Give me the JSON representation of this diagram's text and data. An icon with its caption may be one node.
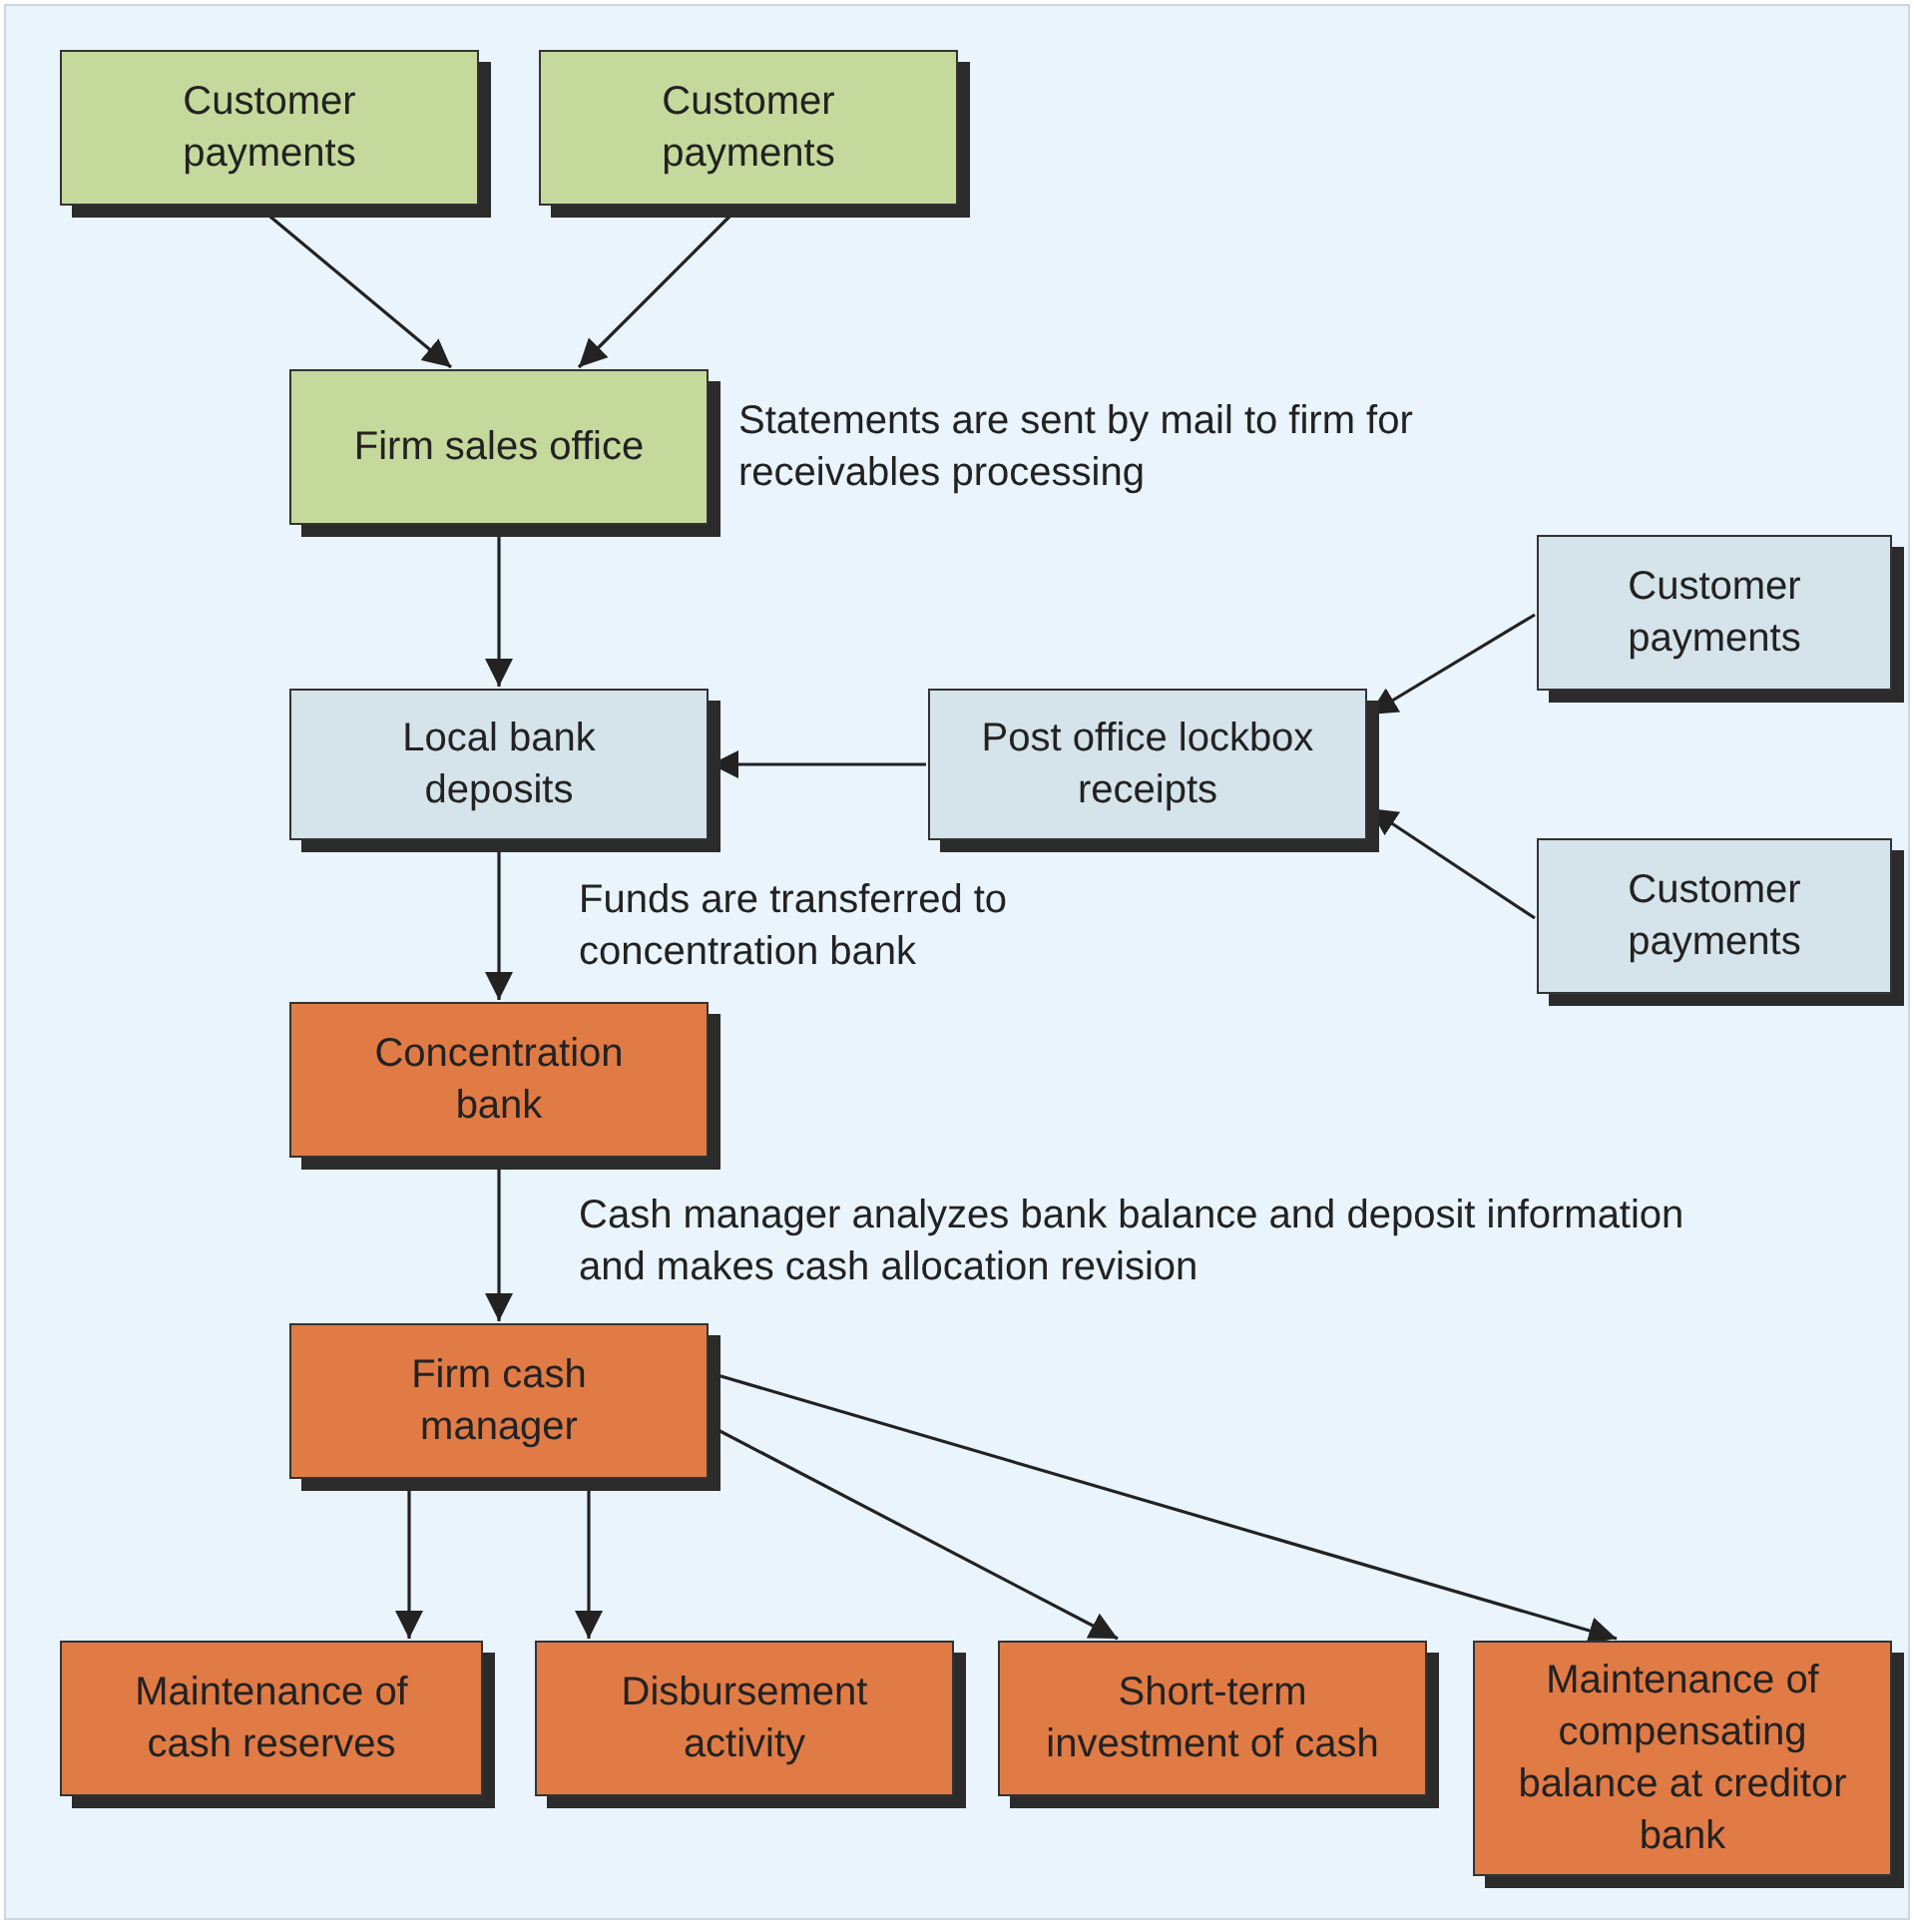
{
  "diagram": {
    "nodes": [
      {
        "text": [
          "Customer payments"
        ]
      },
      {
        "text": [
          "Customer payments"
        ]
      },
      {
        "text": [
          "Firm sales office"
        ],
        "beside": [
          "Statements are sent by mail to firm for receivables processing"
        ]
      },
      {
        "text": [
          "Local bank deposits"
        ]
      },
      {
        "text": [
          "Post office lockbox receipts"
        ]
      },
      {
        "text": [
          "Customer payments"
        ]
      },
      {
        "text": [
          "Customer payments"
        ]
      },
      {
        "text": [
          "Concentration bank"
        ]
      },
      {
        "text": [
          "Firm cash manager"
        ]
      },
      {
        "text": [
          "Maintenance of cash reserves"
        ]
      },
      {
        "text": [
          "Disbursement activity"
        ]
      },
      {
        "text": [
          "Short-term investment of cash"
        ]
      },
      {
        "text": [
          "Maintenance of compensating balance at creditor bank"
        ]
      }
    ],
    "edges": [
      {
        "from": 0,
        "to": 2,
        "arrow": "to"
      },
      {
        "from": 1,
        "to": 2,
        "arrow": "to"
      },
      {
        "from": 2,
        "to": 3,
        "arrow": "to"
      },
      {
        "from": 4,
        "to": 3,
        "arrow": "to"
      },
      {
        "from": 5,
        "to": 4,
        "arrow": "to"
      },
      {
        "from": 6,
        "to": 4,
        "arrow": "to"
      },
      {
        "from": 3,
        "to": 7,
        "arrow": "to"
      },
      {
        "from": 7,
        "to": 8,
        "arrow": "to"
      },
      {
        "from": 8,
        "to": 9,
        "arrow": "to"
      },
      {
        "from": 8,
        "to": 10,
        "arrow": "to"
      },
      {
        "from": 8,
        "to": 11,
        "arrow": "to"
      },
      {
        "from": 8,
        "to": 12,
        "arrow": "to"
      }
    ],
    "labels": [
      "Funds are transferred to concentration bank",
      "Cash manager analyzes bank balance and deposit information and makes cash allocation revision"
    ]
  }
}
